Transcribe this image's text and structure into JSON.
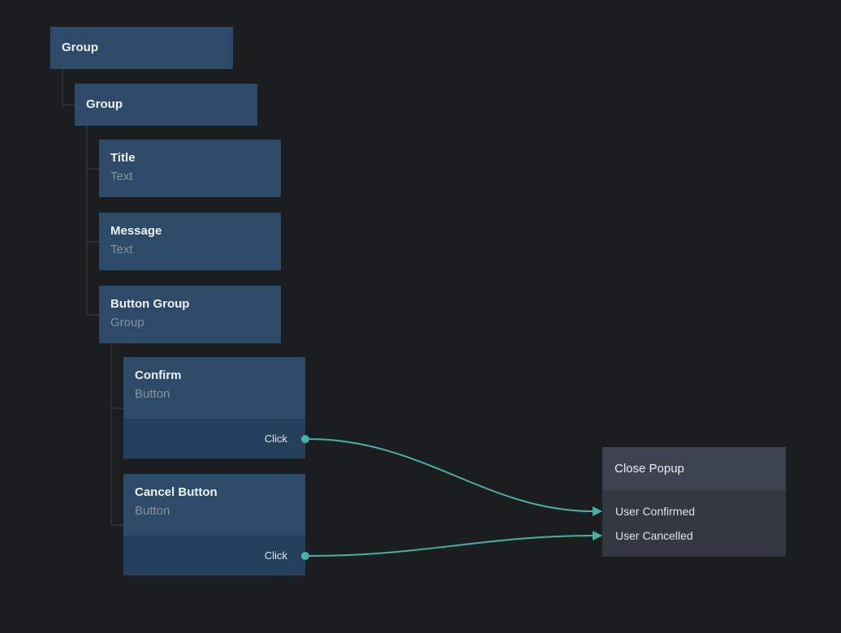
{
  "colors": {
    "bg": "#1b1d1e",
    "node-blue": "#2d4b68",
    "node-blue-dark": "#24405c",
    "action-header": "#3d4350",
    "action-body": "#333843",
    "accent": "#45b3a4",
    "tree-line": "#3a3f43"
  },
  "tree": {
    "nodes": [
      {
        "title": "Group"
      },
      {
        "title": "Group"
      },
      {
        "title": "Title",
        "type": "Text"
      },
      {
        "title": "Message",
        "type": "Text"
      },
      {
        "title": "Button Group",
        "type": "Group"
      },
      {
        "title": "Confirm",
        "type": "Button",
        "event": "Click"
      },
      {
        "title": "Cancel Button",
        "type": "Button",
        "event": "Click"
      }
    ]
  },
  "action": {
    "title": "Close Popup",
    "inputs": [
      "User Confirmed",
      "User Cancelled"
    ]
  }
}
